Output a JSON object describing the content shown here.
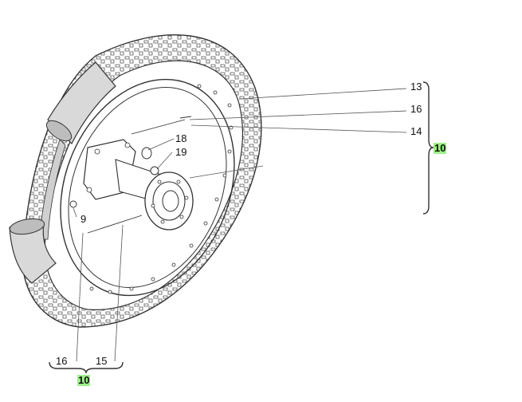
{
  "callouts": {
    "c13": "13",
    "c16_top": "16",
    "c14": "14",
    "c10_right": "10",
    "c18": "18",
    "c19": "19",
    "c9": "9",
    "c16_bottom": "16",
    "c15": "15",
    "c10_bottom": "10"
  },
  "colors": {
    "line": "#333333",
    "tire_tread": "#555555",
    "tube_fill": "#d9d9d9",
    "highlight": "#9cf08a"
  },
  "icons": {
    "drawing": "motorcycle-spoked-wheel-exploded-view"
  }
}
